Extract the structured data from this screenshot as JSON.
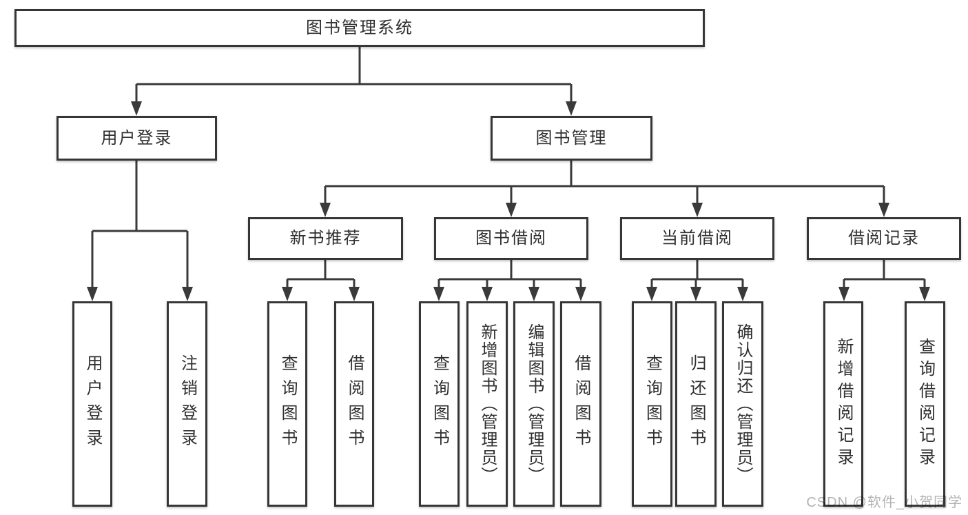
{
  "nodes": {
    "root": "图书管理系统",
    "level2": [
      {
        "label": "用户登录"
      },
      {
        "label": "图书管理"
      }
    ],
    "level3": [
      {
        "label": "新书推荐"
      },
      {
        "label": "图书借阅"
      },
      {
        "label": "当前借阅"
      },
      {
        "label": "借阅记录"
      }
    ],
    "leaves": [
      {
        "label": "用户登录"
      },
      {
        "label": "注销登录"
      },
      {
        "label": "查询图书"
      },
      {
        "label": "借阅图书"
      },
      {
        "label": "查询图书"
      },
      {
        "label": "新增图书（管理员）"
      },
      {
        "label": "编辑图书（管理员）"
      },
      {
        "label": "借阅图书"
      },
      {
        "label": "查询图书"
      },
      {
        "label": "归还图书"
      },
      {
        "label": "确认归还（管理员）"
      },
      {
        "label": "新增借阅记录"
      },
      {
        "label": "查询借阅记录"
      }
    ]
  },
  "hierarchy": {
    "图书管理系统": [
      "用户登录",
      "图书管理"
    ],
    "用户登录": [
      "用户登录",
      "注销登录"
    ],
    "图书管理": [
      "新书推荐",
      "图书借阅",
      "当前借阅",
      "借阅记录"
    ],
    "新书推荐": [
      "查询图书",
      "借阅图书"
    ],
    "图书借阅": [
      "查询图书",
      "新增图书（管理员）",
      "编辑图书（管理员）",
      "借阅图书"
    ],
    "当前借阅": [
      "查询图书",
      "归还图书",
      "确认归还（管理员）"
    ],
    "借阅记录": [
      "新增借阅记录",
      "查询借阅记录"
    ]
  },
  "colors": {
    "line": "#3a3a3a",
    "box_border": "#363636",
    "box_fill": "#ffffff",
    "text": "#2f2f2f",
    "watermark": "#b3b3b3",
    "background": "#ffffff"
  },
  "watermark": {
    "text": "CSDN @软件_小贺同学"
  }
}
